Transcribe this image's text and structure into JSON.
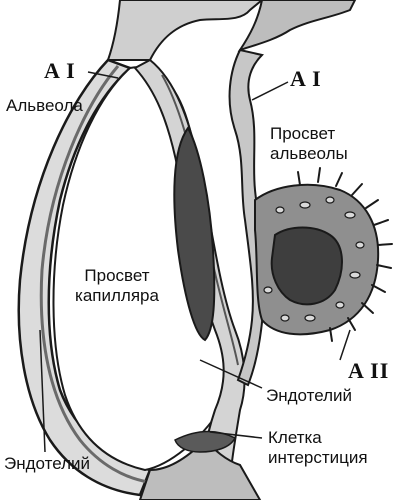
{
  "labels": {
    "ai_left": "A I",
    "ai_right": "A I",
    "alveola": "Альвеола",
    "alveola_lumen": [
      "Просвет",
      "альвеолы"
    ],
    "capillary_lumen": [
      "Просвет",
      "капилляра"
    ],
    "aii": "A II",
    "endothelium_right": "Эндотелий",
    "endothelium_left": "Эндотелий",
    "interstitial_cell": [
      "Клетка",
      "интерстиция"
    ]
  },
  "colors": {
    "ink": "#1a1a1a",
    "tissue_light": "#d9d9d9",
    "tissue_mid": "#a9a9a9",
    "nucleus": "#4a4a4a",
    "lumen": "#ffffff"
  }
}
